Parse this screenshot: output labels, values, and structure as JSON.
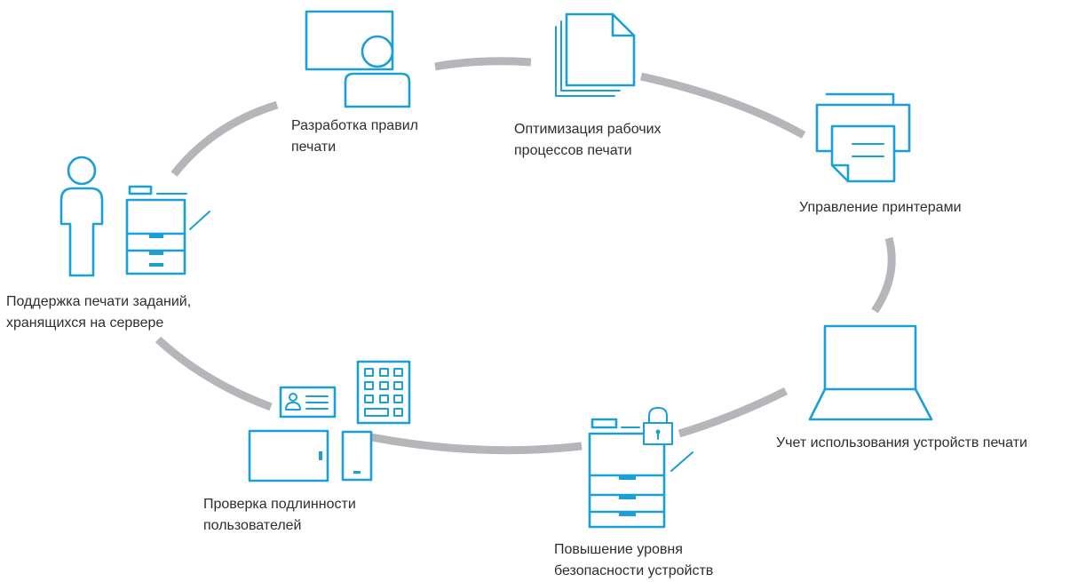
{
  "labels": {
    "rules": [
      "Разработка правил",
      "печати"
    ],
    "workflow": [
      "Оптимизация рабочих",
      "процессов печати"
    ],
    "printers": [
      "Управление принтерами"
    ],
    "server": [
      "Поддержка печати заданий,",
      "хранящихся на сервере"
    ],
    "accounting": [
      "Учет использования устройств печати"
    ],
    "security": [
      "Повышение уровня",
      "безопасности устройств"
    ],
    "auth": [
      "Проверка подлинности",
      "пользователей"
    ]
  },
  "colors": {
    "icon": "#1a9fd6",
    "connector": "#b5b6b9",
    "text": "#2e2e2e"
  }
}
